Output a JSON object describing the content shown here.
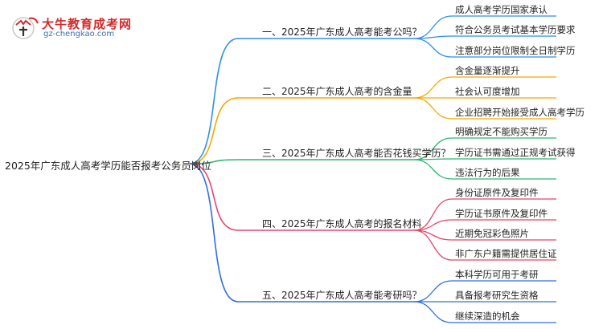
{
  "logo": {
    "title": "大牛教育成考网",
    "url": "gz-chengkao.com",
    "colors": {
      "title": "#d32a2a",
      "url": "#3a6fb5"
    }
  },
  "root": {
    "label": "2025年广东成人高考学历能否报考公务员岗位"
  },
  "branches": [
    {
      "label": "一、2025年广东成人高考能考公吗？",
      "color": "#2f8fe6",
      "leaves": [
        "成人高考学历国家承认",
        "符合公务员考试基本学历要求",
        "注意部分岗位限制全日制学历"
      ]
    },
    {
      "label": "二、2025年广东成人高考的含金量",
      "color": "#f2a900",
      "leaves": [
        "含金量逐渐提升",
        "社会认可度增加",
        "企业招聘开始接受成人高考学历"
      ]
    },
    {
      "label": "三、2025年广东成人高考能否花钱买学历？",
      "color": "#2bb673",
      "leaves": [
        "明确规定不能购买学历",
        "学历证书需通过正规考试获得",
        "违法行为的后果"
      ]
    },
    {
      "label": "四、2025年广东成人高考的报名材料",
      "color": "#e8456b",
      "leaves": [
        "身份证原件及复印件",
        "学历证书原件及复印件",
        "近期免冠彩色照片",
        "非广东户籍需提供居住证"
      ]
    },
    {
      "label": "五、2025年广东成人高考能考研吗？",
      "color": "#2f6fe0",
      "leaves": [
        "本科学历可用于考研",
        "具备报考研究生资格",
        "继续深造的机会"
      ]
    }
  ]
}
